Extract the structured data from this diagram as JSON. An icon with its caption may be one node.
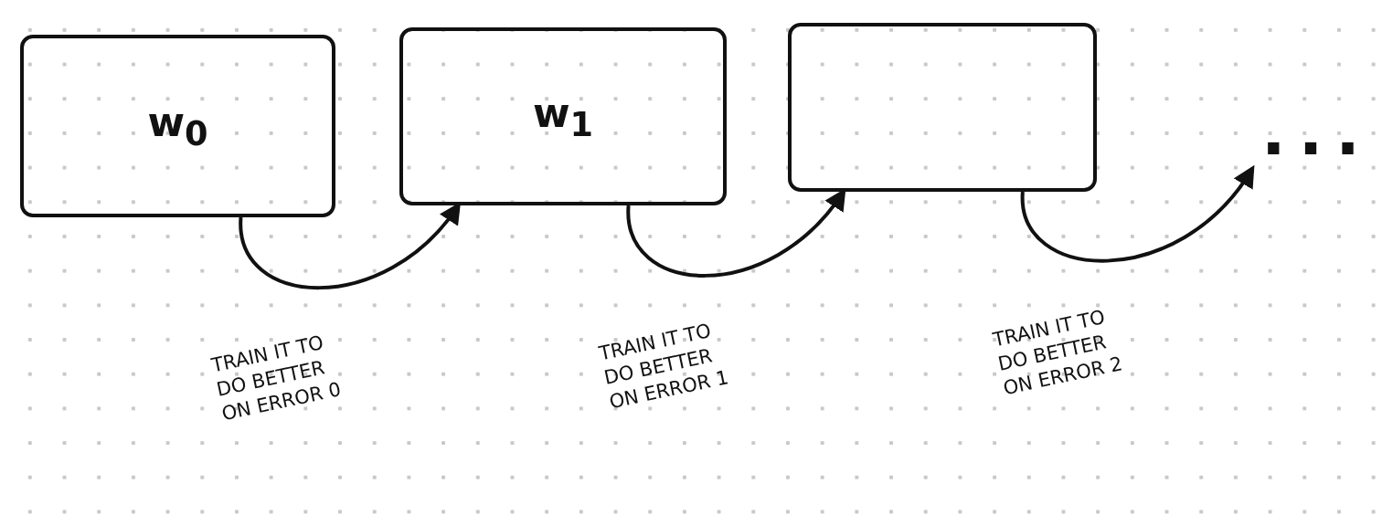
{
  "diagram": {
    "nodes": [
      {
        "text": [
          "w$_{0}$"
        ]
      },
      {
        "text": [
          "w$_{1}$"
        ]
      },
      {
        "text": [],
        "shape": "box"
      },
      {
        "text": [
          "..."
        ]
      }
    ],
    "edges": [
      {
        "from": 0,
        "to": 1,
        "arrow": "to",
        "label": "TRAIN IT TO DO BETTER ON ERROR 0"
      },
      {
        "from": 1,
        "to": 2,
        "arrow": "to",
        "label": "TRAIN IT TO DO BETTER ON ERROR 1"
      },
      {
        "from": 2,
        "to": 3,
        "arrow": "to",
        "label": "TRAIN IT TO DO BETTER ON ERROR 2"
      }
    ]
  }
}
